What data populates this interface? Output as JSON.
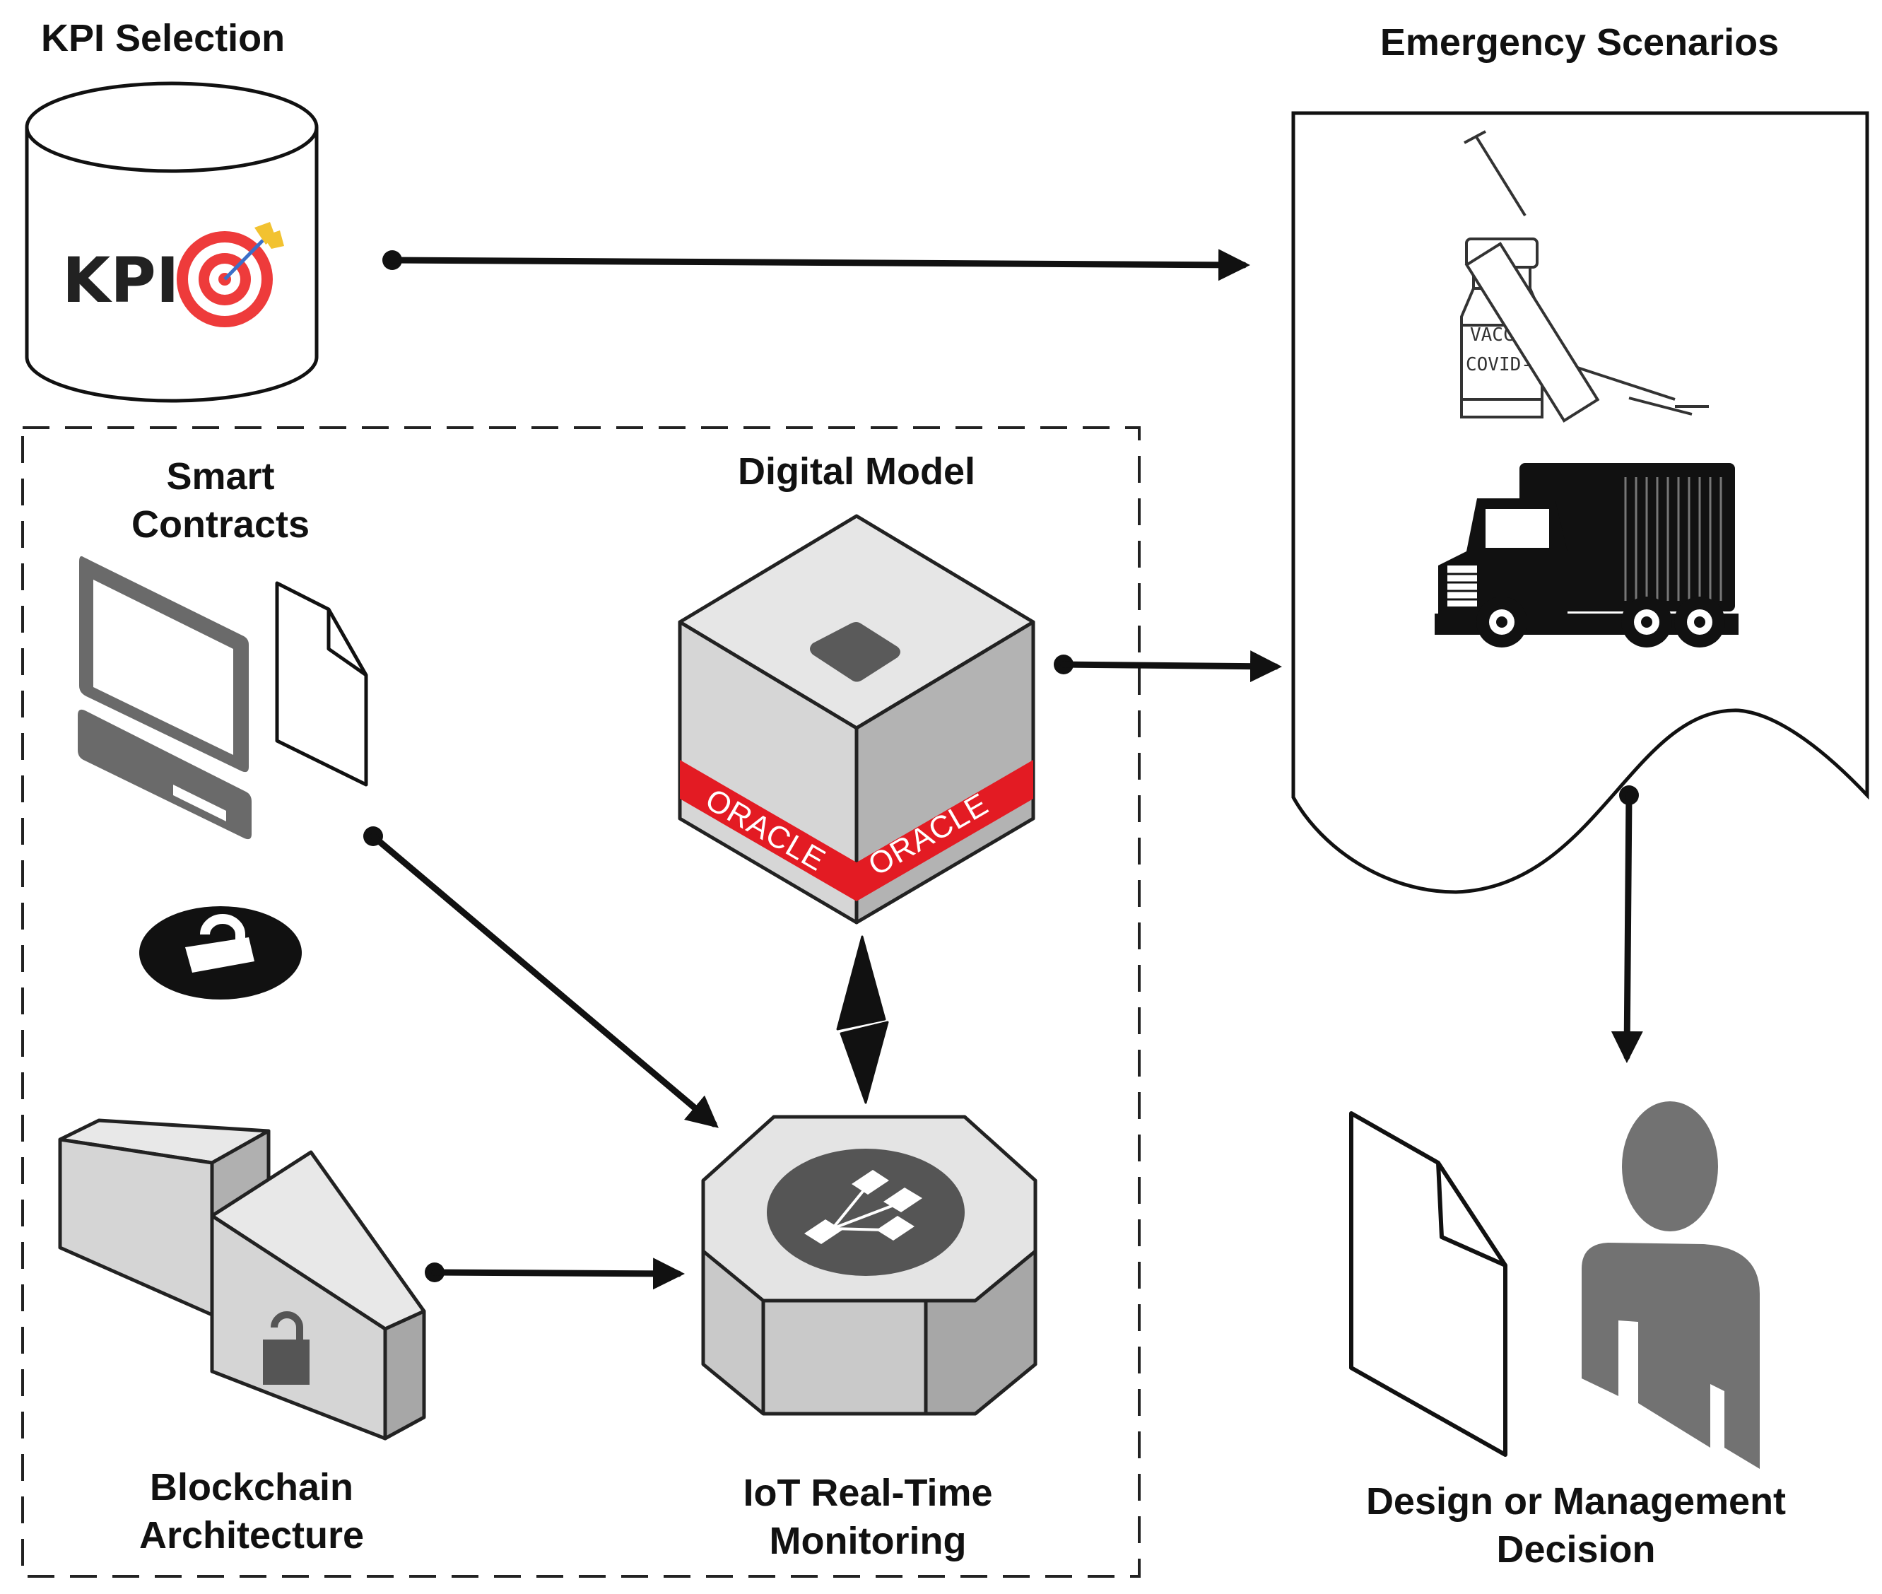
{
  "labels": {
    "kpi_selection": "KPI Selection",
    "emergency_scenarios": "Emergency Scenarios",
    "smart_contracts_line1": "Smart",
    "smart_contracts_line2": "Contracts",
    "digital_model": "Digital Model",
    "blockchain_line1": "Blockchain",
    "blockchain_line2": "Architecture",
    "iot_line1": "IoT Real-Time",
    "iot_line2": "Monitoring",
    "decision_line1": "Design or Management",
    "decision_line2": "Decision"
  },
  "icon_text": {
    "kpi": "KPI",
    "oracle": "ORACLE",
    "vaccine_line1": "VACCINE",
    "vaccine_line2": "COVID-19"
  },
  "icons": [
    "kpi-cylinder-icon",
    "target-icon",
    "computer-icon",
    "document-icon",
    "lock-icon",
    "oracle-cube-icon",
    "iot-octagon-icon",
    "blockchain-icon",
    "vaccine-icon",
    "syringe-icon",
    "truck-icon",
    "person-icon"
  ],
  "colors": {
    "ink": "#111111",
    "grey_light": "#d9d9d9",
    "grey_mid": "#b3b3b3",
    "grey_dark": "#5f5f5f",
    "oracle_red": "#e31b23",
    "target_red": "#ee3b3b",
    "arrow_gold": "#f2c230"
  }
}
